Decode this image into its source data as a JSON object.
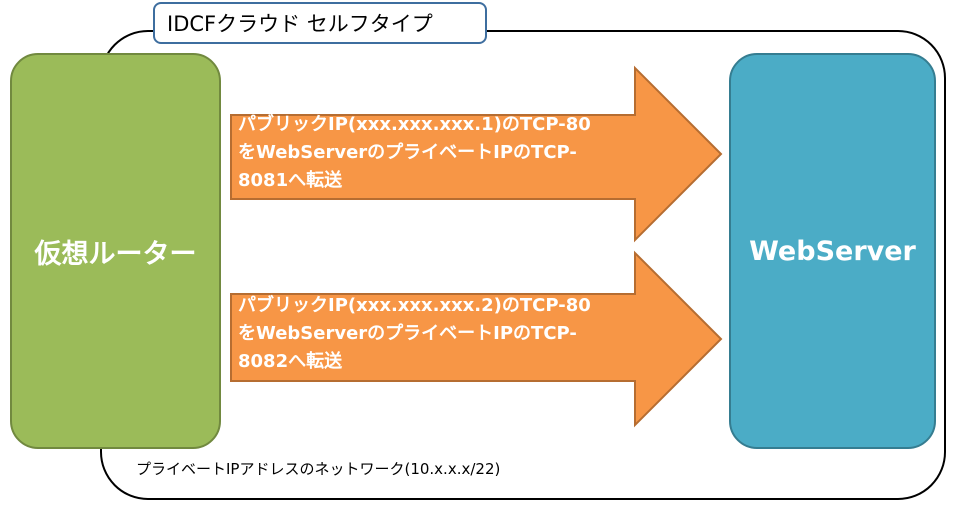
{
  "cloud_title": "IDCFクラウド セルフタイプ",
  "router_label": "仮想ルーター",
  "server_label": "WebServer",
  "forwards": [
    {
      "text": "パブリックIP(xxx.xxx.xxx.1)のTCP-80\nをWebServerのプライベートIPのTCP-\n8081へ転送"
    },
    {
      "text": "パブリックIP(xxx.xxx.xxx.2)のTCP-80\nをWebServerのプライベートIPのTCP-\n8082へ転送"
    }
  ],
  "network_label": "プライベートIPアドレスのネットワーク(10.x.x.x/22)",
  "colors": {
    "router": "#9bbb59",
    "server": "#4bacc6",
    "arrow": "#f79646",
    "arrow_border": "#b66d31",
    "tab_border": "#3e6e9f"
  }
}
